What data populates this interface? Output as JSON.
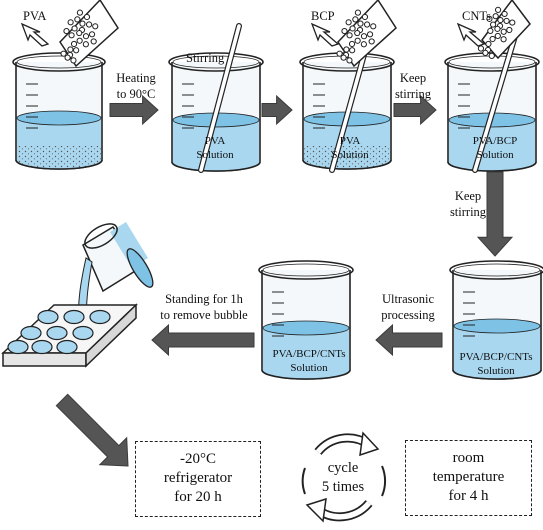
{
  "colors": {
    "solution": "#a9d7f0",
    "solution_dark": "#7ec2e6",
    "glass": "#f4f8fa",
    "arrow": "#555555",
    "outline": "#222222"
  },
  "materials": {
    "pva": "PVA",
    "bcp": "BCP",
    "cnts": "CNTs"
  },
  "steps": {
    "heating": [
      "Heating",
      "to 90°C"
    ],
    "stirring": "Stirring",
    "keep_stirring_1": [
      "Keep",
      "stirring"
    ],
    "keep_stirring_2": [
      "Keep",
      "stirring"
    ],
    "ultrasonic": [
      "Ultrasonic",
      "processing"
    ],
    "standing": [
      "Standing for 1h",
      "to remove bubble"
    ]
  },
  "beakers": {
    "b2": [
      "PVA",
      "Solution"
    ],
    "b3": [
      "PVA",
      "Solution"
    ],
    "b4": [
      "PVA/BCP",
      "Solution"
    ],
    "b5": [
      "PVA/BCP/CNTs",
      "Solution"
    ],
    "b6": [
      "PVA/BCP/CNTs",
      "Solution"
    ]
  },
  "freeze_thaw": {
    "refrigerator": [
      "-20°C",
      "refrigerator",
      "for 20 h"
    ],
    "cycle": [
      "cycle",
      "5 times"
    ],
    "room": [
      "room",
      "temperature",
      "for 4 h"
    ]
  }
}
